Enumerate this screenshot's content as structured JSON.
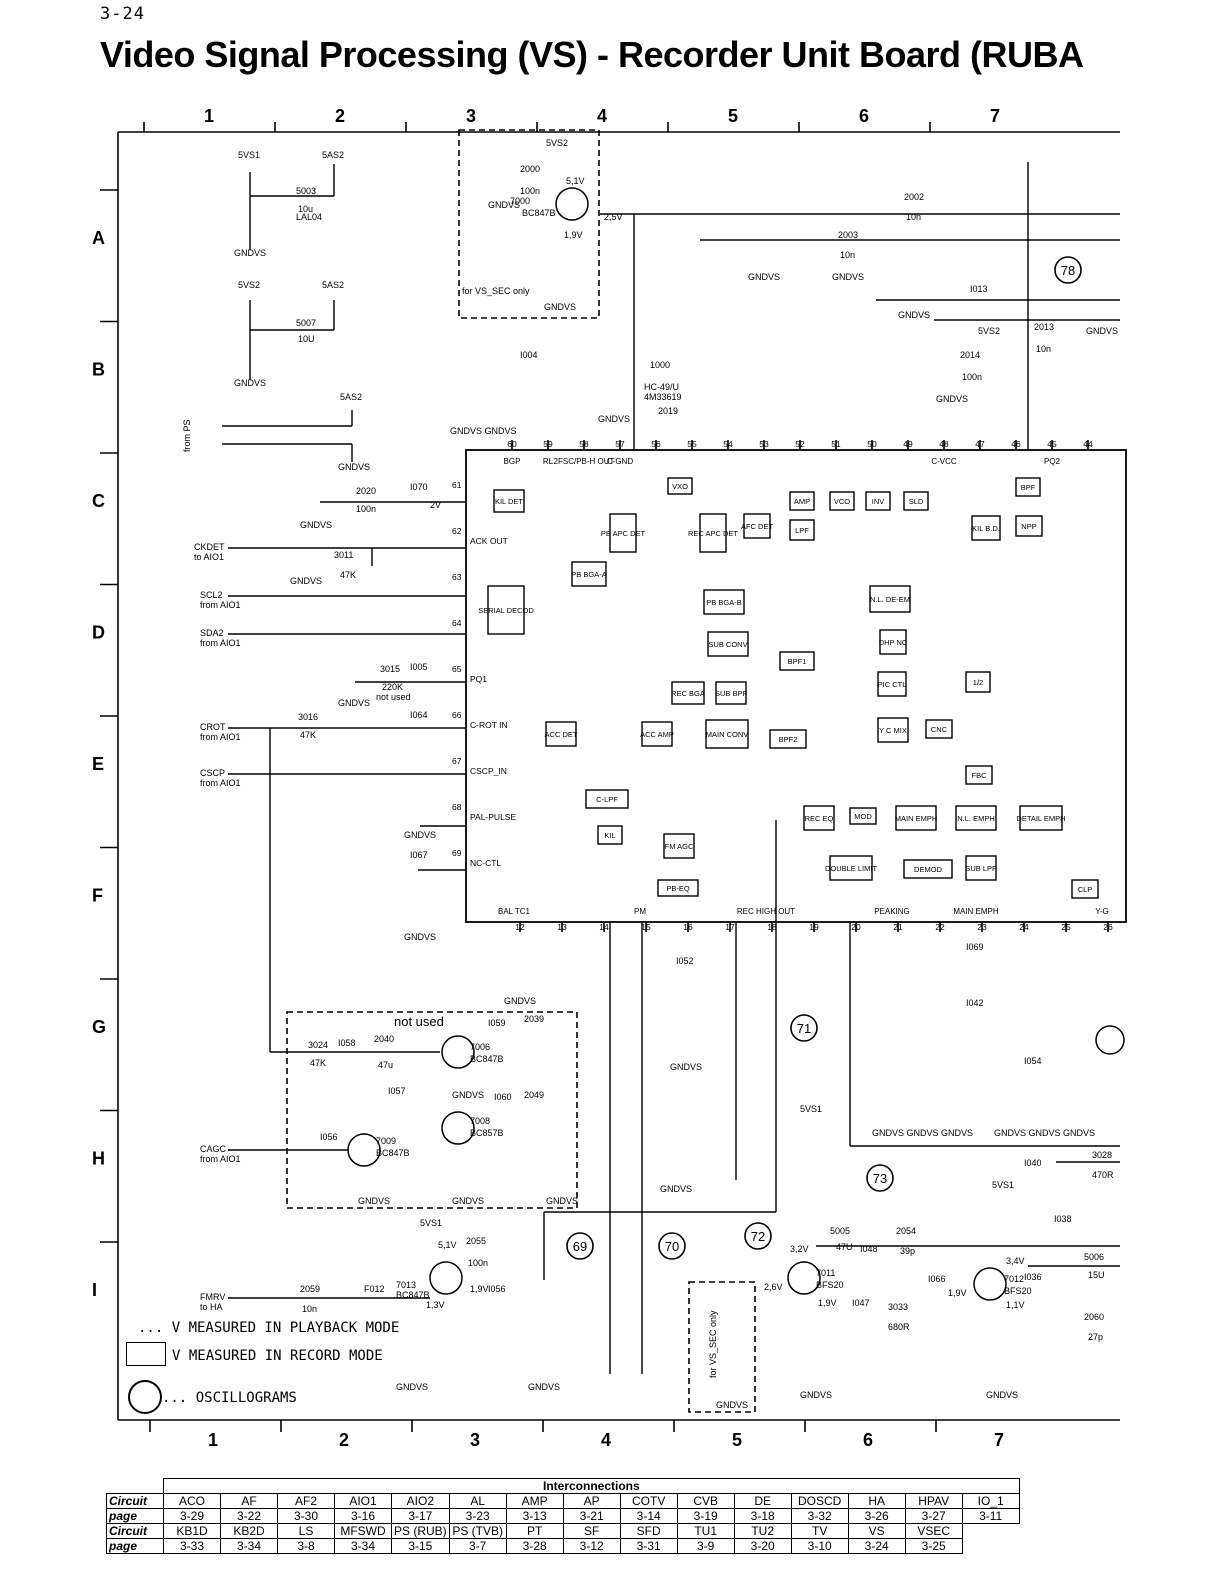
{
  "page_number": "3-24",
  "title": "Video Signal Processing (VS) - Recorder Unit Board (RUBA",
  "grid": {
    "columns": [
      "1",
      "2",
      "3",
      "4",
      "5",
      "6",
      "7"
    ],
    "rows": [
      "A",
      "B",
      "C",
      "D",
      "E",
      "F",
      "G",
      "H",
      "I"
    ]
  },
  "ic": {
    "pins_top": [
      {
        "n": "60",
        "s": "BGP"
      },
      {
        "n": "59",
        "s": "RL"
      },
      {
        "n": "58",
        "s": "2FSC/PB-H OUT"
      },
      {
        "n": "57",
        "s": "C-GND"
      },
      {
        "n": "56",
        "s": ""
      },
      {
        "n": "55",
        "s": ""
      },
      {
        "n": "54",
        "s": ""
      },
      {
        "n": "53",
        "s": ""
      },
      {
        "n": "52",
        "s": ""
      },
      {
        "n": "51",
        "s": ""
      },
      {
        "n": "50",
        "s": ""
      },
      {
        "n": "49",
        "s": ""
      },
      {
        "n": "48",
        "s": "C-VCC"
      },
      {
        "n": "47",
        "s": ""
      },
      {
        "n": "46",
        "s": ""
      },
      {
        "n": "45",
        "s": "PQ2"
      },
      {
        "n": "44",
        "s": ""
      }
    ],
    "pins_left": [
      {
        "n": "61",
        "s": ""
      },
      {
        "n": "62",
        "s": "ACK OUT"
      },
      {
        "n": "63",
        "s": ""
      },
      {
        "n": "64",
        "s": ""
      },
      {
        "n": "65",
        "s": "PQ1"
      },
      {
        "n": "66",
        "s": "C-ROT IN"
      },
      {
        "n": "67",
        "s": "CSCP_IN"
      },
      {
        "n": "68",
        "s": "PAL-PULSE"
      },
      {
        "n": "69",
        "s": "NC-CTL"
      }
    ],
    "pins_bottom": [
      {
        "n": "12",
        "s": "BAL TC1"
      },
      {
        "n": "13",
        "s": ""
      },
      {
        "n": "14",
        "s": ""
      },
      {
        "n": "15",
        "s": "PM"
      },
      {
        "n": "16",
        "s": ""
      },
      {
        "n": "17",
        "s": ""
      },
      {
        "n": "18",
        "s": "REC HIGH OUT"
      },
      {
        "n": "19",
        "s": ""
      },
      {
        "n": "20",
        "s": ""
      },
      {
        "n": "21",
        "s": "PEAKING"
      },
      {
        "n": "22",
        "s": ""
      },
      {
        "n": "23",
        "s": "MAIN EMPH"
      },
      {
        "n": "24",
        "s": ""
      },
      {
        "n": "25",
        "s": ""
      },
      {
        "n": "26",
        "s": "Y-G"
      }
    ]
  },
  "blocks": [
    "KIL DET",
    "PB APC DET",
    "REC APC DET",
    "AFC DET",
    "VXO",
    "AMP",
    "VCO",
    "INV",
    "SLD",
    "BPF",
    "KIL B.D.",
    "NPP",
    "LPF",
    "SERIAL DECOD",
    "PB BGA-A",
    "PB BGA-B",
    "N.L. DE-EM",
    "SUB CONV",
    "DHP NC",
    "BPF1",
    "REC BGA",
    "SUB BPF",
    "PIC CTL",
    "1/2",
    "ACC DET",
    "ACC AMP",
    "MAIN CONV",
    "BPF2",
    "Y C MIX",
    "CNC",
    "FBC",
    "C-LPF",
    "REC EQ",
    "MOD",
    "MAIN EMPH",
    "N.L. EMPH",
    "DETAIL EMPH",
    "KIL",
    "FM AGC",
    "DOUBLE LIMIT",
    "DEMOD",
    "SUB LPF",
    "PB-EQ",
    "CLP"
  ],
  "labels": {
    "signals_left": [
      "5AS2",
      "GNDVS",
      "CKDET to AIO1",
      "SCL2 from AIO1",
      "SDA2 from AIO1",
      "CROT from AIO1",
      "CSCP from AIO1",
      "CAGC from AIO1",
      "FMRV to HA"
    ],
    "from_ps": "from PS",
    "vs_sec_note_1": "for VS_SEC only",
    "vs_sec_note_2": "for VS_SEC only",
    "not_used": "not used",
    "oscillograms": [
      "78",
      "71",
      "73",
      "69",
      "70",
      "72"
    ]
  },
  "legend": {
    "playback": "... V MEASURED IN PLAYBACK MODE",
    "record": "V MEASURED IN RECORD MODE",
    "osc": "... OSCILLOGRAMS"
  },
  "interconnections": {
    "caption": "Interconnections",
    "row_labels": [
      "Circuit",
      "page"
    ],
    "group1": {
      "circuit": [
        "ACO",
        "AF",
        "AF2",
        "AIO1",
        "AIO2",
        "AL",
        "AMP",
        "AP",
        "COTV",
        "CVB",
        "DE",
        "DOSCD",
        "HA",
        "HPAV",
        "IO_1"
      ],
      "page": [
        "3-29",
        "3-22",
        "3-30",
        "3-16",
        "3-17",
        "3-23",
        "3-13",
        "3-21",
        "3-14",
        "3-19",
        "3-18",
        "3-32",
        "3-26",
        "3-27",
        "3-11"
      ]
    },
    "group2": {
      "circuit": [
        "KB1D",
        "KB2D",
        "LS",
        "MFSWD",
        "PS (RUB)",
        "PS (TVB)",
        "PT",
        "SF",
        "SFD",
        "TU1",
        "TU2",
        "TV",
        "VS",
        "VSEC"
      ],
      "page": [
        "3-33",
        "3-34",
        "3-8",
        "3-34",
        "3-15",
        "3-7",
        "3-28",
        "3-12",
        "3-31",
        "3-9",
        "3-20",
        "3-10",
        "3-24",
        "3-25"
      ]
    }
  }
}
